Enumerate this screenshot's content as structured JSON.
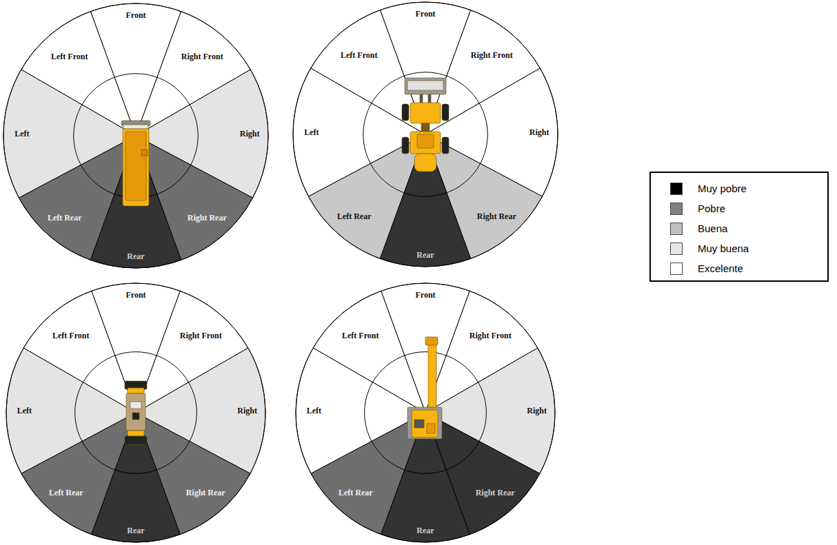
{
  "diagram": {
    "labels": [
      "Front",
      "Left Front",
      "Right Front",
      "Left",
      "Right",
      "Left Rear",
      "Right Rear",
      "Rear",
      "Front",
      "Left Front",
      "Right Front",
      "Left",
      "Right",
      "Left Rear",
      "Right Rear",
      "Rear",
      "Front",
      "Left Front",
      "Right Front",
      "Left",
      "Right",
      "Left Rear",
      "Right Rear",
      "Rear",
      "Front",
      "Left Front",
      "Right Front",
      "Left",
      "Right",
      "Left Rear",
      "Right Rear",
      "Rear"
    ],
    "legend": [
      {
        "text": "Muy pobre",
        "color": "#000000"
      },
      {
        "text": "Pobre",
        "color": "#808080"
      },
      {
        "text": "Buena",
        "color": "#c0c0c0"
      },
      {
        "text": "Muy buena",
        "color": "#e6e6e6"
      },
      {
        "text": "Excelente",
        "color": "#ffffff"
      }
    ]
  }
}
